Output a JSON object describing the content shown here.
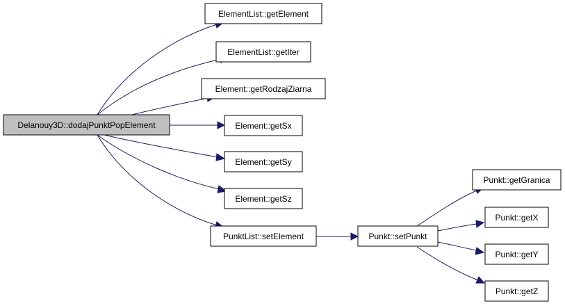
{
  "graph": {
    "nodes": [
      {
        "id": "root",
        "label": "Delanouy3D::dodajPunktPopElement",
        "highlight": true
      },
      {
        "id": "n1",
        "label": "ElementList::getElement"
      },
      {
        "id": "n2",
        "label": "ElementList::getIter"
      },
      {
        "id": "n3",
        "label": "Element::getRodzajZiarna"
      },
      {
        "id": "n4",
        "label": "Element::getSx"
      },
      {
        "id": "n5",
        "label": "Element::getSy"
      },
      {
        "id": "n6",
        "label": "Element::getSz"
      },
      {
        "id": "n7",
        "label": "PunktList::setElement"
      },
      {
        "id": "n8",
        "label": "Punkt::setPunkt"
      },
      {
        "id": "n9",
        "label": "Punkt::getGranica"
      },
      {
        "id": "n10",
        "label": "Punkt::getX"
      },
      {
        "id": "n11",
        "label": "Punkt::getY"
      },
      {
        "id": "n12",
        "label": "Punkt::getZ"
      }
    ],
    "edges": [
      {
        "from": "root",
        "to": "n1"
      },
      {
        "from": "root",
        "to": "n2"
      },
      {
        "from": "root",
        "to": "n3"
      },
      {
        "from": "root",
        "to": "n4"
      },
      {
        "from": "root",
        "to": "n5"
      },
      {
        "from": "root",
        "to": "n6"
      },
      {
        "from": "root",
        "to": "n7"
      },
      {
        "from": "n7",
        "to": "n8"
      },
      {
        "from": "n8",
        "to": "n9"
      },
      {
        "from": "n8",
        "to": "n10"
      },
      {
        "from": "n8",
        "to": "n11"
      },
      {
        "from": "n8",
        "to": "n12"
      }
    ],
    "colors": {
      "edge": "#191970",
      "highlight_fill": "#bfbfbf",
      "node_fill": "#ffffff",
      "border": "#000000"
    }
  }
}
